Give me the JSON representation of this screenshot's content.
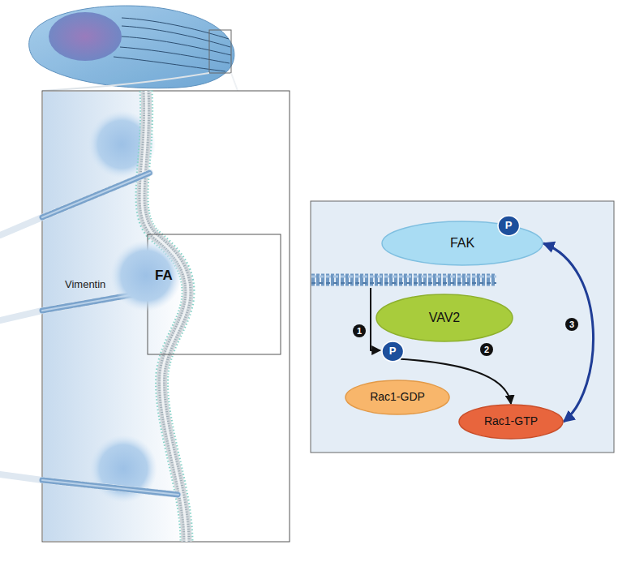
{
  "diagram": {
    "nodes": [
      {
        "text": [
          "FA"
        ]
      },
      {
        "text": [
          "FAK"
        ]
      },
      {
        "text": [
          "P"
        ]
      },
      {
        "text": [
          "VAV2"
        ]
      },
      {
        "text": [
          "P"
        ]
      },
      {
        "text": [
          "Rac1-GDP"
        ]
      },
      {
        "text": [
          "Rac1-GTP"
        ]
      }
    ],
    "edges": [
      {
        "from": 4,
        "to": 6,
        "arrow": "to"
      },
      {
        "from": 6,
        "to": 1,
        "arrow": "both"
      }
    ],
    "labels": [
      "Vimentin",
      "1",
      "2",
      "3"
    ]
  }
}
